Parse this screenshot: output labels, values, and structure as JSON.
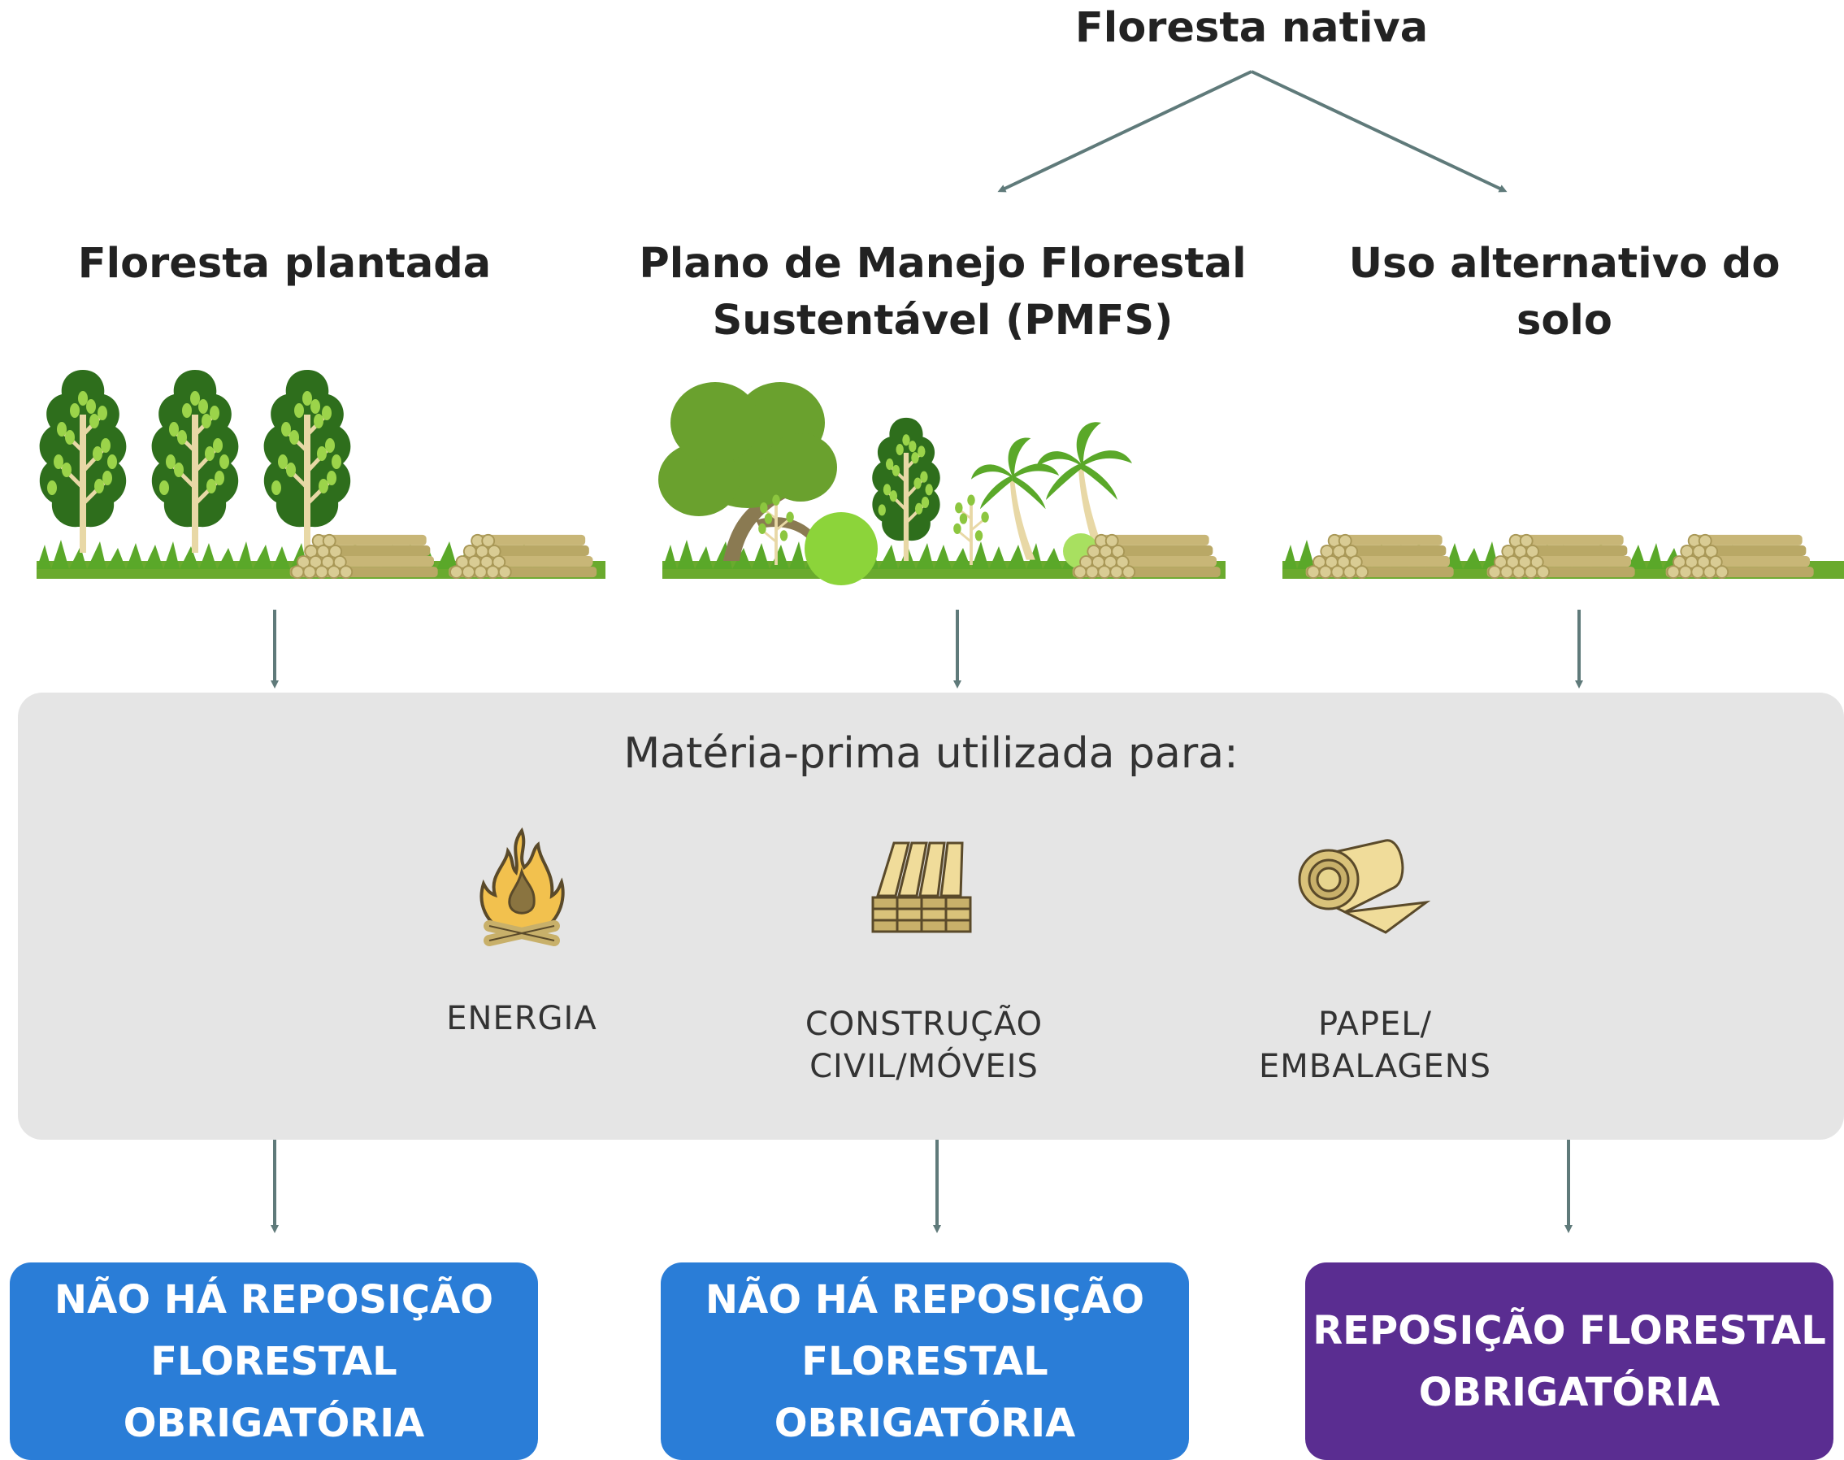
{
  "top": {
    "title": "Floresta nativa"
  },
  "sources": [
    {
      "title": "Floresta plantada"
    },
    {
      "title_line1": "Plano de Manejo Florestal",
      "title_line2": "Sustentável (PMFS)"
    },
    {
      "title": "Uso alternativo do solo"
    }
  ],
  "panel": {
    "title": "Matéria-prima utilizada para:",
    "uses": [
      {
        "line1": "ENERGIA",
        "icon": "fire-icon"
      },
      {
        "line1": "CONSTRUÇÃO",
        "line2": "CIVIL/MÓVEIS",
        "icon": "lumber-icon"
      },
      {
        "line1": "PAPEL/",
        "line2": "EMBALAGENS",
        "icon": "paper-roll-icon"
      }
    ]
  },
  "outcomes": [
    {
      "line1": "NÃO HÁ REPOSIÇÃO",
      "line2": "FLORESTAL OBRIGATÓRIA",
      "color": "#2a7dd7"
    },
    {
      "line1": "NÃO HÁ REPOSIÇÃO",
      "line2": "FLORESTAL OBRIGATÓRIA",
      "color": "#2a7dd7"
    },
    {
      "line1": "REPOSIÇÃO FLORESTAL",
      "line2": "OBRIGATÓRIA",
      "color": "#5a2d91"
    }
  ],
  "colors": {
    "arrow": "#5f7a7a",
    "panel": "#e5e5e5",
    "tree_dark": "#2e6e1c",
    "tree_light": "#8cc63f",
    "grass": "#6aaa2e",
    "log": "#c8b677"
  }
}
